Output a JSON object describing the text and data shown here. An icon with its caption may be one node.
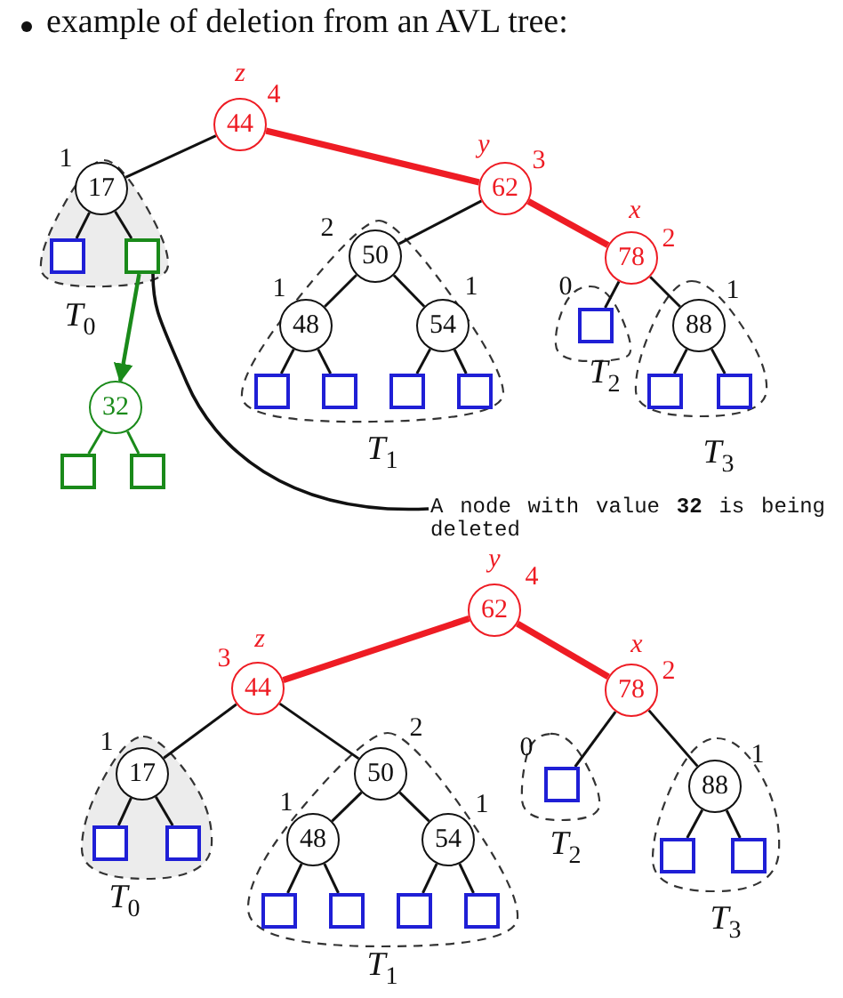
{
  "diagram": {
    "title": "example of deletion from an AVL tree:",
    "nodes": [
      {
        "text": [
          "44"
        ],
        "beside": [
          "z",
          "4"
        ]
      },
      {
        "text": [
          "17"
        ],
        "beside": [
          "1"
        ]
      },
      {
        "text": [
          "62"
        ],
        "beside": [
          "y",
          "3"
        ]
      },
      {
        "text": [],
        "shape": "box"
      },
      {
        "text": [],
        "shape": "box"
      },
      {
        "text": [
          "50"
        ],
        "beside": [
          "2"
        ]
      },
      {
        "text": [
          "78"
        ],
        "beside": [
          "x",
          "2"
        ]
      },
      {
        "text": [
          "32"
        ]
      },
      {
        "text": [
          "48"
        ],
        "beside": [
          "1"
        ]
      },
      {
        "text": [
          "54"
        ],
        "beside": [
          "1"
        ]
      },
      {
        "text": [],
        "shape": "box",
        "beside": [
          "0"
        ]
      },
      {
        "text": [
          "88"
        ],
        "beside": [
          "1"
        ]
      },
      {
        "text": [],
        "shape": "box"
      },
      {
        "text": [],
        "shape": "box"
      },
      {
        "text": [],
        "shape": "box"
      },
      {
        "text": [],
        "shape": "box"
      },
      {
        "text": [],
        "shape": "box"
      },
      {
        "text": [],
        "shape": "box"
      },
      {
        "text": [],
        "shape": "box"
      },
      {
        "text": [],
        "shape": "box"
      },
      {
        "text": [
          "A node with value **32** is being deleted"
        ]
      },
      {
        "text": [
          "62"
        ],
        "beside": [
          "y",
          "4"
        ]
      },
      {
        "text": [
          "44"
        ],
        "beside": [
          "3",
          "z"
        ]
      },
      {
        "text": [
          "78"
        ],
        "beside": [
          "x",
          "2"
        ]
      },
      {
        "text": [
          "17"
        ],
        "beside": [
          "1"
        ]
      },
      {
        "text": [
          "50"
        ],
        "beside": [
          "2"
        ]
      },
      {
        "text": [],
        "shape": "box",
        "beside": [
          "0"
        ]
      },
      {
        "text": [
          "88"
        ],
        "beside": [
          "1"
        ]
      },
      {
        "text": [],
        "shape": "box"
      },
      {
        "text": [],
        "shape": "box"
      },
      {
        "text": [
          "48"
        ],
        "beside": [
          "1"
        ]
      },
      {
        "text": [
          "54"
        ],
        "beside": [
          "1"
        ]
      },
      {
        "text": [],
        "shape": "box"
      },
      {
        "text": [],
        "shape": "box"
      },
      {
        "text": [],
        "shape": "box"
      },
      {
        "text": [],
        "shape": "box"
      },
      {
        "text": [],
        "shape": "box"
      },
      {
        "text": [],
        "shape": "box"
      }
    ],
    "edges": [
      {
        "from": 0,
        "to": 1,
        "arrow": "none"
      },
      {
        "from": 0,
        "to": 2,
        "arrow": "none",
        "style": "thick",
        "color": "#ee1c24"
      },
      {
        "from": 1,
        "to": 3,
        "arrow": "none"
      },
      {
        "from": 1,
        "to": 4,
        "arrow": "none"
      },
      {
        "from": 4,
        "to": 7,
        "arrow": "to",
        "color": "#1a8a1a"
      },
      {
        "from": 2,
        "to": 5,
        "arrow": "none"
      },
      {
        "from": 2,
        "to": 6,
        "arrow": "none",
        "style": "thick",
        "color": "#ee1c24"
      },
      {
        "from": 5,
        "to": 8,
        "arrow": "none"
      },
      {
        "from": 5,
        "to": 9,
        "arrow": "none"
      },
      {
        "from": 6,
        "to": 10,
        "arrow": "none"
      },
      {
        "from": 6,
        "to": 11,
        "arrow": "none"
      },
      {
        "from": 7,
        "to": 12,
        "arrow": "none",
        "color": "#1a8a1a"
      },
      {
        "from": 7,
        "to": 13,
        "arrow": "none",
        "color": "#1a8a1a"
      },
      {
        "from": 8,
        "to": 14,
        "arrow": "none"
      },
      {
        "from": 8,
        "to": 15,
        "arrow": "none"
      },
      {
        "from": 9,
        "to": 16,
        "arrow": "none"
      },
      {
        "from": 9,
        "to": 17,
        "arrow": "none"
      },
      {
        "from": 11,
        "to": 18,
        "arrow": "none"
      },
      {
        "from": 11,
        "to": 19,
        "arrow": "none"
      },
      {
        "from": 20,
        "to": 4,
        "arrow": "none"
      },
      {
        "from": 21,
        "to": 22,
        "arrow": "none",
        "style": "thick",
        "color": "#ee1c24"
      },
      {
        "from": 21,
        "to": 23,
        "arrow": "none",
        "style": "thick",
        "color": "#ee1c24"
      },
      {
        "from": 22,
        "to": 24,
        "arrow": "none"
      },
      {
        "from": 22,
        "to": 25,
        "arrow": "none"
      },
      {
        "from": 23,
        "to": 26,
        "arrow": "none"
      },
      {
        "from": 23,
        "to": 27,
        "arrow": "none"
      },
      {
        "from": 24,
        "to": 28,
        "arrow": "none"
      },
      {
        "from": 24,
        "to": 29,
        "arrow": "none"
      },
      {
        "from": 25,
        "to": 30,
        "arrow": "none"
      },
      {
        "from": 25,
        "to": 31,
        "arrow": "none"
      },
      {
        "from": 27,
        "to": 32,
        "arrow": "none"
      },
      {
        "from": 27,
        "to": 33,
        "arrow": "none"
      },
      {
        "from": 30,
        "to": 34,
        "arrow": "none"
      },
      {
        "from": 30,
        "to": 35,
        "arrow": "none"
      },
      {
        "from": 31,
        "to": 36,
        "arrow": "none"
      },
      {
        "from": 31,
        "to": 37,
        "arrow": "none"
      }
    ],
    "labels": [
      "*T*$_{0}$",
      "*T*$_{2}$",
      "*T*$_{1}$",
      "*T*$_{3}$",
      "*T*$_{2}$",
      "*T*$_{0}$",
      "*T*$_{3}$",
      "*T*$_{1}$"
    ]
  }
}
